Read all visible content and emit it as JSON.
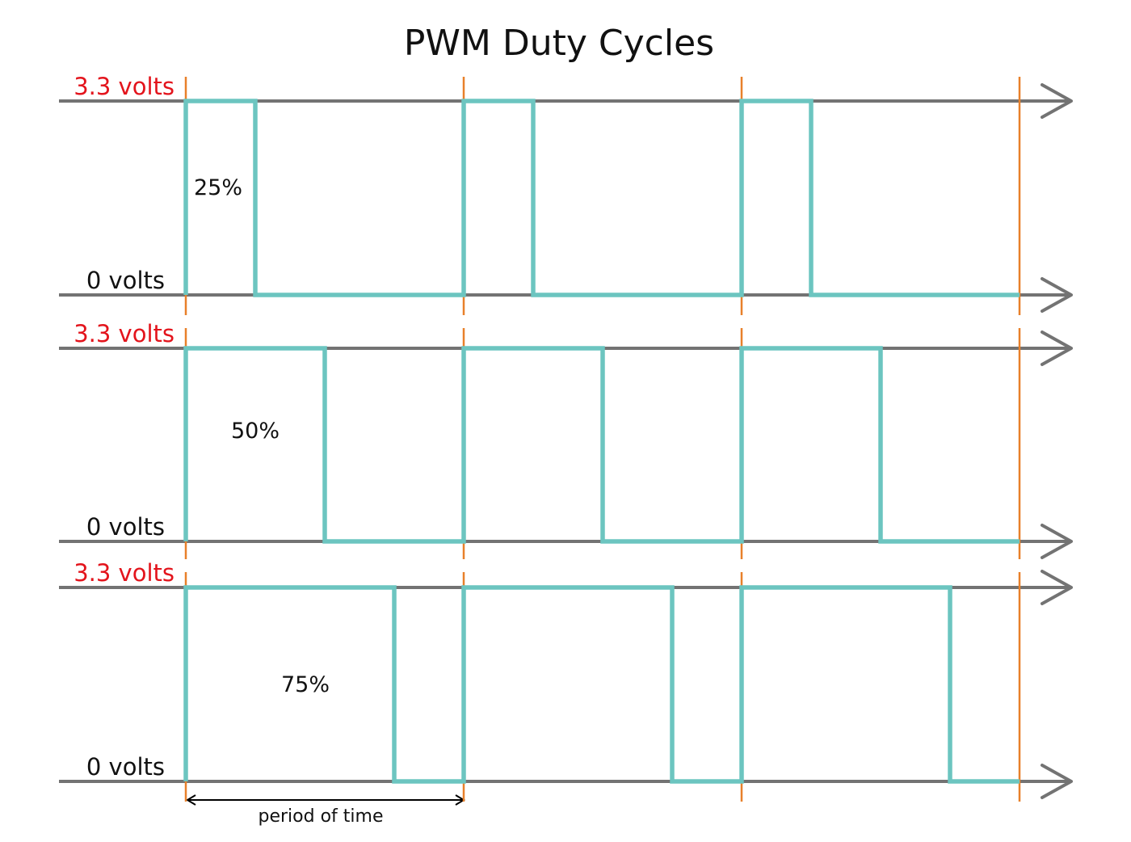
{
  "title": "PWM Duty Cycles",
  "high_label": "3.3 volts",
  "low_label": "0 volts",
  "period_label": "period of time",
  "colors": {
    "signal": "#6cc5c0",
    "axis": "#737373",
    "marker": "#e8802a",
    "high_label": "#e3141c",
    "text": "#111111"
  },
  "panels": [
    {
      "duty_label": "25%",
      "duty_cycle": 0.25
    },
    {
      "duty_label": "50%",
      "duty_cycle": 0.5
    },
    {
      "duty_label": "75%",
      "duty_cycle": 0.75
    }
  ]
}
